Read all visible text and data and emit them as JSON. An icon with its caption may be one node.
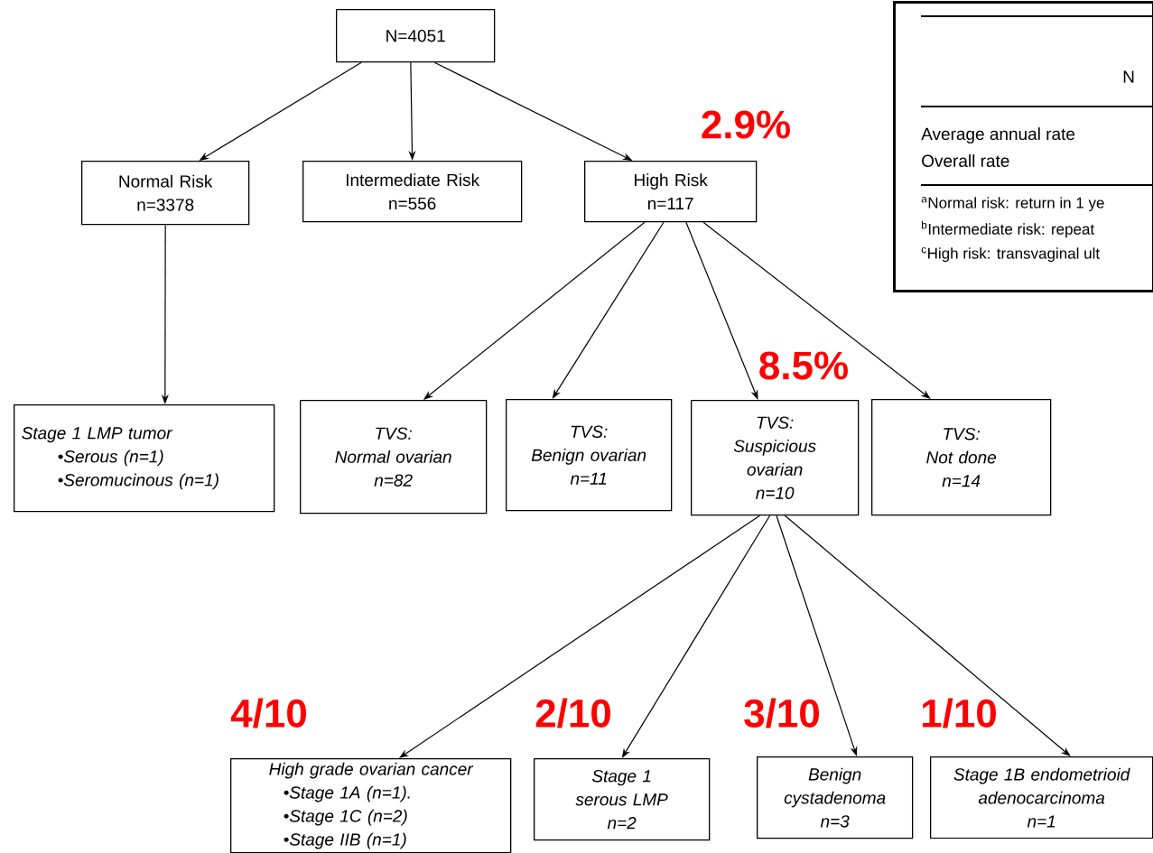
{
  "diagram": {
    "nodes": [
      {
        "text": [
          "N=4051"
        ]
      },
      {
        "text": [
          "Normal Risk",
          "n=3378"
        ]
      },
      {
        "text": [
          "Intermediate Risk",
          "n=556"
        ]
      },
      {
        "text": [
          "High Risk",
          "n=117"
        ]
      },
      {
        "text": [
          "Stage 1 LMP tumor",
          "•Serous (n=1)",
          "•Seromucinous (n=1)"
        ]
      },
      {
        "text": [
          "TVS:",
          "Normal ovarian",
          "n=82"
        ]
      },
      {
        "text": [
          "TVS:",
          "Benign ovarian",
          "n=11"
        ]
      },
      {
        "text": [
          "TVS:",
          "Suspicious ovarian",
          "n=10"
        ]
      },
      {
        "text": [
          "TVS:",
          "Not done",
          "n=14"
        ]
      },
      {
        "text": [
          "High grade ovarian cancer",
          "•Stage 1A (n=1).",
          "•Stage 1C (n=2)",
          "•Stage IIB (n=1)"
        ]
      },
      {
        "text": [
          "Stage 1 serous LMP",
          "n=2"
        ]
      },
      {
        "text": [
          "Benign cystadenoma",
          "n=3"
        ]
      },
      {
        "text": [
          "Stage 1B endometrioid adenocarcinoma",
          "n=1"
        ]
      },
      {
        "text": [
          "N",
          "Average annual rate",
          "Overall rate",
          "$^{a}$Normal risk: return in 1 ye",
          "$^{b}$Intermediate risk: repeat",
          "$^{c}$High risk: transvaginal ult"
        ]
      }
    ],
    "edges": [
      {
        "from": 0,
        "to": 1,
        "arrow": "to"
      },
      {
        "from": 0,
        "to": 2,
        "arrow": "to"
      },
      {
        "from": 0,
        "to": 3,
        "arrow": "to"
      },
      {
        "from": 1,
        "to": 4,
        "arrow": "to"
      },
      {
        "from": 3,
        "to": 5,
        "arrow": "to"
      },
      {
        "from": 3,
        "to": 6,
        "arrow": "to"
      },
      {
        "from": 3,
        "to": 7,
        "arrow": "to"
      },
      {
        "from": 3,
        "to": 8,
        "arrow": "to"
      },
      {
        "from": 7,
        "to": 9,
        "arrow": "to"
      },
      {
        "from": 7,
        "to": 10,
        "arrow": "to"
      },
      {
        "from": 7,
        "to": 11,
        "arrow": "to"
      },
      {
        "from": 7,
        "to": 12,
        "arrow": "to"
      }
    ],
    "labels": [
      "2.9%",
      "8.5%",
      "4/10",
      "2/10",
      "3/10",
      "1/10"
    ]
  }
}
